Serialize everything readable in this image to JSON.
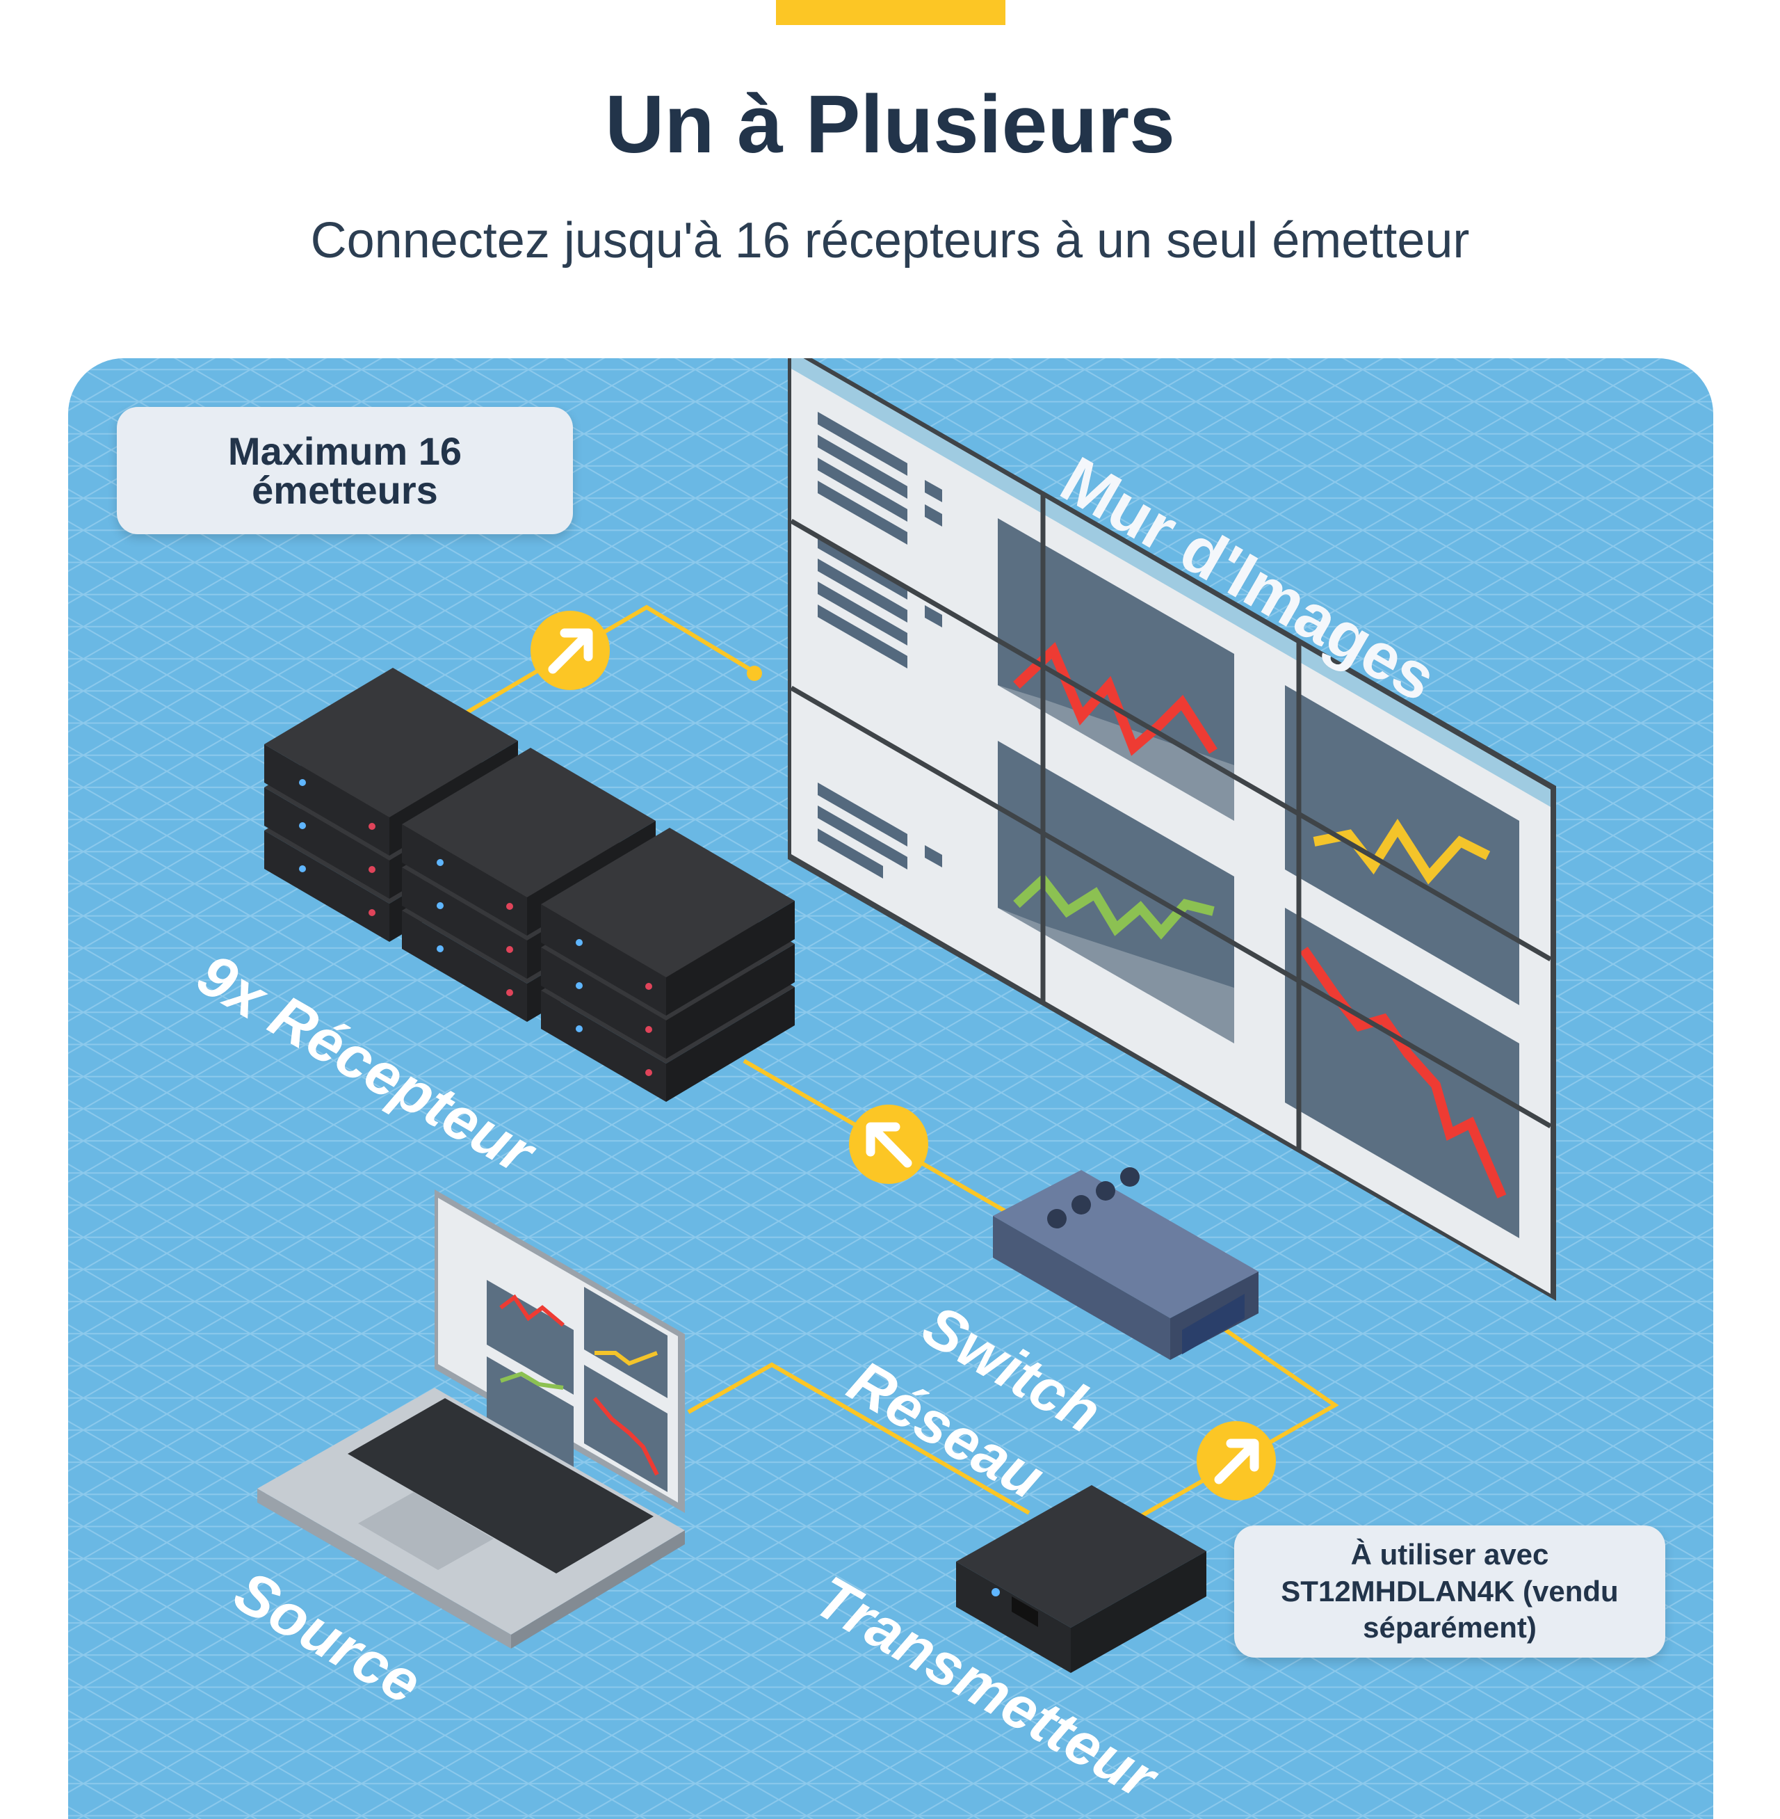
{
  "header": {
    "title": "Un à Plusieurs",
    "subtitle": "Connectez jusqu'à 16 récepteurs à un seul émetteur"
  },
  "labels": {
    "max_box": "Maximum 16\németteurs",
    "use_box": "À utiliser avec\nST12MHDLAN4K (vendu\nséparément)",
    "receivers": "9x Récepteur",
    "source": "Source",
    "transmitter": "Transmetteur",
    "switch_line1": "Switch",
    "switch_line2": "Réseau",
    "video_wall": "Mur d'Images"
  },
  "colors": {
    "accent": "#fcc625",
    "panel_bg": "#6ab8e4",
    "title_text": "#22344a",
    "device_dark": "#2e2f31",
    "switch_blue": "#5a6b8c",
    "cable": "#fcc625",
    "chart_red": "#ee3b33",
    "chart_yellow": "#f4c42a",
    "chart_green": "#8cc152"
  },
  "icons": [
    "arrow-up-right-icon",
    "arrow-up-left-icon",
    "arrow-up-right-icon"
  ]
}
